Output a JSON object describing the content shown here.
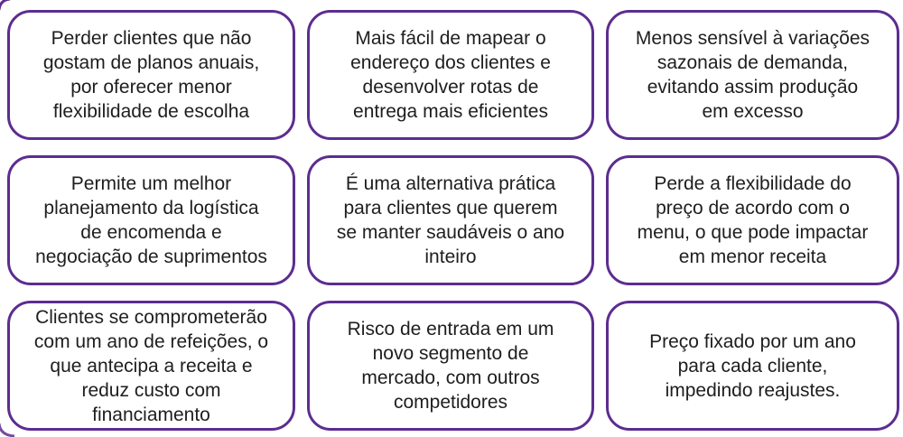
{
  "theme": {
    "accent_border_color": "#5c2d90",
    "text_color": "#1e1e1e",
    "background_color": "#ffffff"
  },
  "cards": [
    {
      "id": "r1c1",
      "text": "Perder clientes que não\ngostam de planos anuais,\npor oferecer menor\nflexibilidade de escolha"
    },
    {
      "id": "r1c2",
      "text": "Mais fácil de mapear o\nendereço dos clientes e\ndesenvolver rotas de\nentrega mais eficientes"
    },
    {
      "id": "r1c3",
      "text": "Menos sensível à variações\nsazonais de demanda,\nevitando assim produção\nem excesso"
    },
    {
      "id": "r2c1",
      "text": "Permite um melhor\nplanejamento da logística\nde encomenda e\nnegociação de suprimentos"
    },
    {
      "id": "r2c2",
      "text": "É uma alternativa prática\npara clientes que querem\nse manter saudáveis o ano\ninteiro"
    },
    {
      "id": "r2c3",
      "text": "Perde a flexibilidade do\npreço de acordo com o\nmenu, o que pode impactar\nem menor receita"
    },
    {
      "id": "r3c1",
      "text": "Clientes se comprometerão\ncom um ano de refeições, o\nque antecipa a receita e\nreduz custo com\nfinanciamento"
    },
    {
      "id": "r3c2",
      "text": "Risco de entrada em um\nnovo segmento de\nmercado, com outros\ncompetidores"
    },
    {
      "id": "r3c3",
      "text": "Preço fixado por um ano\npara cada cliente,\nimpedindo reajustes."
    }
  ]
}
